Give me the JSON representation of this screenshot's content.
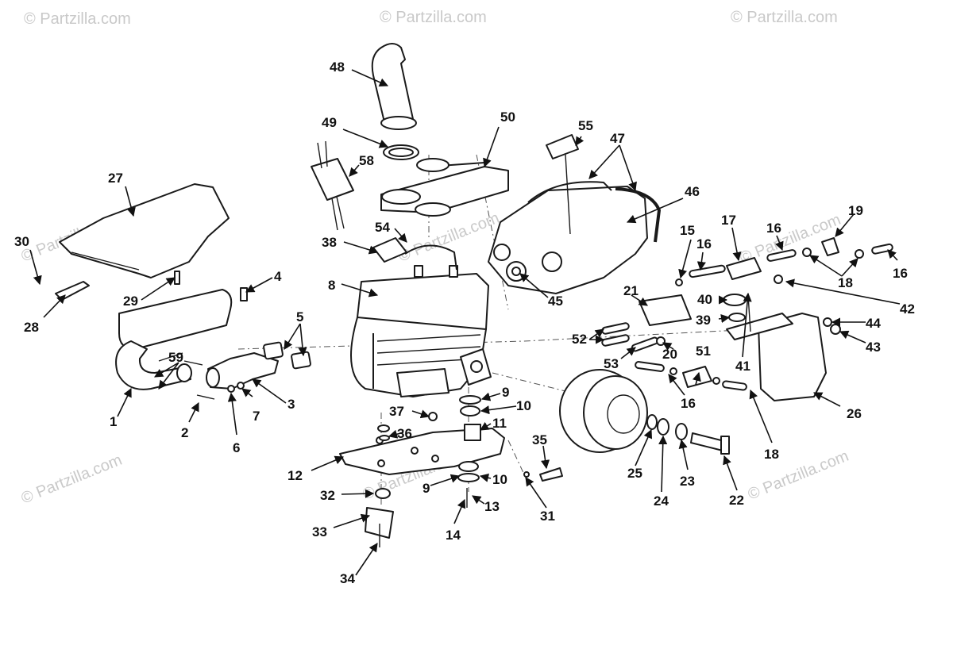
{
  "watermark": "© Partzilla.com",
  "callouts": [
    "1",
    "2",
    "3",
    "4",
    "5",
    "6",
    "7",
    "8",
    "9",
    "10",
    "11",
    "12",
    "13",
    "14",
    "15",
    "16",
    "17",
    "18",
    "19",
    "20",
    "21",
    "22",
    "23",
    "24",
    "25",
    "26",
    "27",
    "28",
    "29",
    "30",
    "31",
    "32",
    "33",
    "34",
    "35",
    "36",
    "37",
    "38",
    "39",
    "40",
    "41",
    "42",
    "43",
    "44",
    "45",
    "46",
    "47",
    "48",
    "49",
    "50",
    "51",
    "52",
    "53",
    "54",
    "55",
    "58",
    "59"
  ],
  "colors": {
    "ink": "#1a1a1a",
    "background": "#ffffff",
    "watermark": "#c9c9c9"
  }
}
